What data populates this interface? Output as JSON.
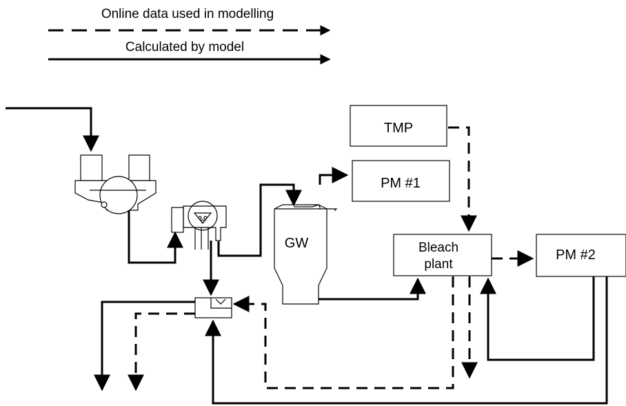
{
  "legend": {
    "dashed_label": "Online data used in modelling",
    "solid_label": "Calculated by model"
  },
  "nodes": {
    "tmp": "TMP",
    "pm1": "PM #1",
    "gw": "GW",
    "bleach_line1": "Bleach",
    "bleach_line2": "plant",
    "pm2": "PM #2"
  },
  "colors": {
    "line": "#000000",
    "background": "#ffffff"
  }
}
